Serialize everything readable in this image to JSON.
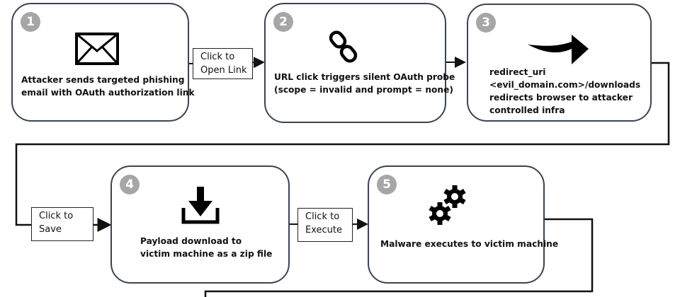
{
  "steps": [
    {
      "number": "1",
      "icon": "envelope-icon",
      "text": "Attacker sends targeted phishing\nemail with OAuth authorization link"
    },
    {
      "number": "2",
      "icon": "chain-link-icon",
      "text": "URL click triggers silent OAuth probe\n(scope = invalid and prompt = none)"
    },
    {
      "number": "3",
      "icon": "redirect-arrow-icon",
      "text": "redirect_uri\n<evil_domain.com>/downloads\nredirects browser to attacker\ncontrolled infra"
    },
    {
      "number": "4",
      "icon": "download-icon",
      "text": "Payload download to\nvictim machine as a zip file"
    },
    {
      "number": "5",
      "icon": "gears-icon",
      "text": "Malware executes to victim machine"
    }
  ],
  "connectors": [
    {
      "label": "Click to\nOpen Link"
    },
    {
      "label": "Click to\nSave"
    },
    {
      "label": "Click to\nExecute"
    }
  ]
}
